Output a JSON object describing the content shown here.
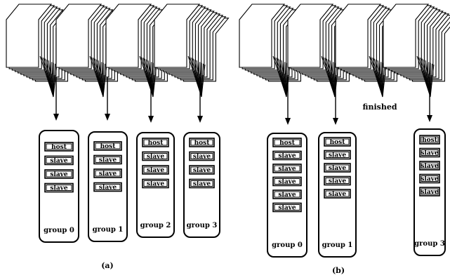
{
  "panels": [
    {
      "id": "a",
      "label": "(a)",
      "groups": [
        {
          "label": "group 0",
          "nodes": [
            "host",
            "slave",
            "slave",
            "slave"
          ]
        },
        {
          "label": "group 1",
          "nodes": [
            "host",
            "slave",
            "slave",
            "slave"
          ]
        },
        {
          "label": "group 2",
          "nodes": [
            "host",
            "slave",
            "slave",
            "slave"
          ]
        },
        {
          "label": "group 3",
          "nodes": [
            "host",
            "slave",
            "slave",
            "slave"
          ]
        }
      ]
    },
    {
      "id": "b",
      "label": "(b)",
      "note": "finished",
      "groups": [
        {
          "label": "group 0",
          "nodes": [
            "host",
            "slave",
            "slave",
            "slave",
            "slave",
            "slave"
          ]
        },
        {
          "label": "group 1",
          "nodes": [
            "host",
            "slave",
            "slave",
            "slave",
            "slave"
          ]
        },
        {
          "label": "group 3",
          "nodes": [
            "host",
            "slave",
            "slave",
            "slave",
            "slave"
          ]
        }
      ]
    }
  ]
}
